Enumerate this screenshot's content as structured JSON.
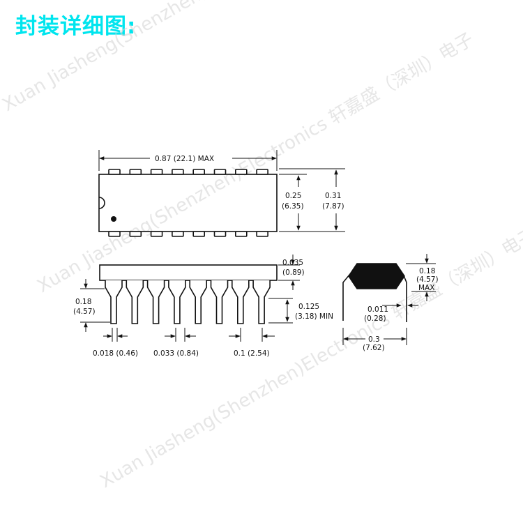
{
  "title": "封装详细图:",
  "watermark": "Xuan Jiasheng(Shenzhen)Electronics 轩嘉盛（深圳）电子",
  "dims": {
    "length_in": "0.87",
    "length_mm": "(22.1)",
    "length_max": "MAX",
    "body_width_in": "0.25",
    "body_width_mm": "(6.35)",
    "total_width_in": "0.31",
    "total_width_mm": "(7.87)",
    "thickness_in": "0.035",
    "thickness_mm": "(0.89)",
    "seat_in": "0.18",
    "seat_mm": "(4.57)",
    "lead_len_in": "0.125",
    "lead_len_mm": "(3.18)",
    "lead_len_min": "MIN",
    "lead_w_in": "0.018",
    "lead_w_mm": "(0.46)",
    "shoulder_in": "0.033",
    "shoulder_mm": "(0.84)",
    "pitch_in": "0.1",
    "pitch_mm": "(2.54)",
    "height_in": "0.18",
    "height_mm": "(4.57)",
    "height_max": "MAX",
    "lead_thk_in": "0.011",
    "lead_thk_mm": "(0.28)",
    "row_sp_in": "0.3",
    "row_sp_mm": "(7.62)"
  },
  "colors": {
    "title": "#00e5ee",
    "line": "#111111",
    "watermark": "#d2d2d2"
  }
}
